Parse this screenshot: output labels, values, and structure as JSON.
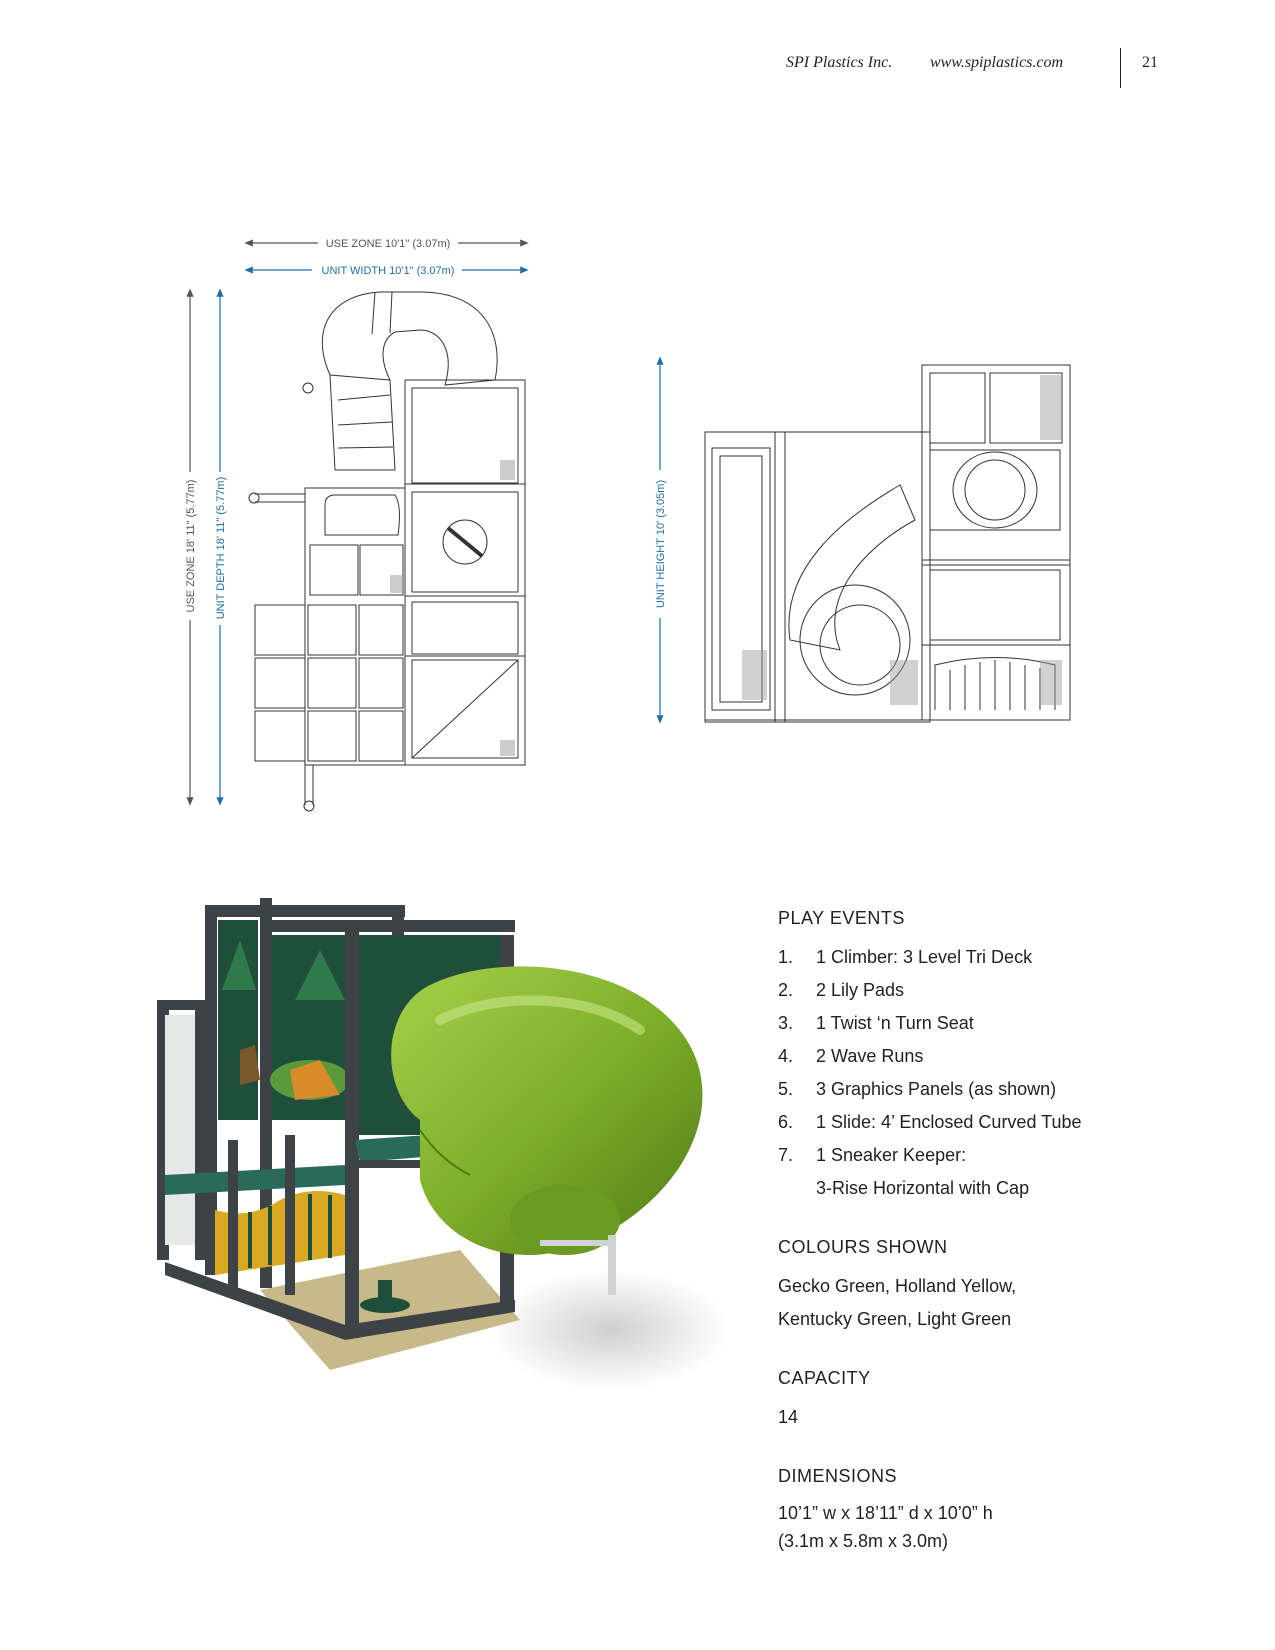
{
  "header": {
    "company": "SPI Plastics Inc.",
    "website": "www.spiplastics.com",
    "page_number": "21"
  },
  "dimensions_drawing": {
    "use_zone_width": "USE ZONE  10'1\" (3.07m)",
    "unit_width": "UNIT WIDTH  10'1\" (3.07m)",
    "use_zone_depth": "USE ZONE  18' 11\"  (5.77m)",
    "unit_depth": "UNIT DEPTH  18' 11\"  (5.77m)",
    "unit_height": "UNIT HEIGHT  10' (3.05m)"
  },
  "colors": {
    "dimension_blue": "#1f6fa3",
    "dimension_grey": "#555555",
    "slide_green": "#7fb02a",
    "frame_dark": "#3d4247",
    "panel_green": "#1f4f3a",
    "accent_yellow": "#d9a923"
  },
  "play_events": {
    "title": "PLAY EVENTS",
    "items": [
      {
        "num": "1.",
        "text": "1 Climber: 3 Level Tri Deck"
      },
      {
        "num": "2.",
        "text": "2 Lily Pads"
      },
      {
        "num": "3.",
        "text": "1 Twist ‘n Turn Seat"
      },
      {
        "num": "4.",
        "text": "2 Wave Runs"
      },
      {
        "num": "5.",
        "text": "3 Graphics Panels (as shown)"
      },
      {
        "num": "6.",
        "text": "1 Slide: 4’ Enclosed Curved Tube"
      },
      {
        "num": "7.",
        "text": "1 Sneaker Keeper:"
      },
      {
        "num": "",
        "text": "3-Rise Horizontal with Cap"
      }
    ]
  },
  "colours_shown": {
    "title": "COLOURS SHOWN",
    "line1": "Gecko Green, Holland Yellow,",
    "line2": "Kentucky Green, Light Green"
  },
  "capacity": {
    "title": "CAPACITY",
    "value": "14"
  },
  "dimensions": {
    "title": "DIMENSIONS",
    "line1": "10’1” w x 18’11” d x 10’0” h",
    "line2": "(3.1m x 5.8m x 3.0m)"
  }
}
